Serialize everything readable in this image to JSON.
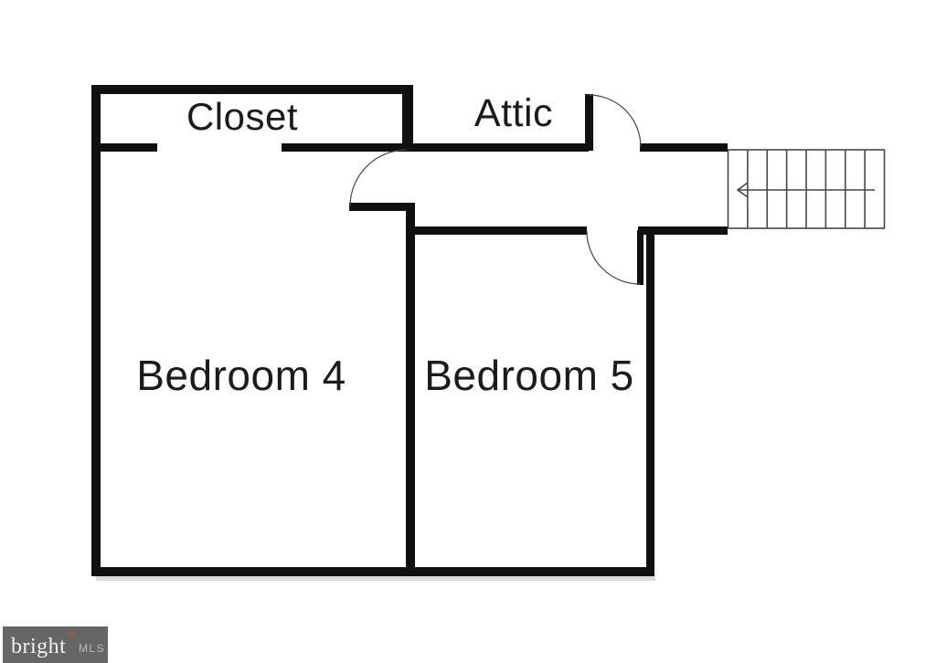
{
  "rooms": {
    "closet": {
      "label": "Closet"
    },
    "attic": {
      "label": "Attic"
    },
    "bedroom4": {
      "label": "Bedroom 4"
    },
    "bedroom5": {
      "label": "Bedroom 5"
    }
  },
  "stairs": {
    "treads": 8,
    "direction_arrow": "left"
  },
  "watermark": {
    "brand": "bright",
    "suffix": "MLS",
    "sparkle_icon": "✦"
  },
  "colors": {
    "wall": "#101010",
    "line": "#474747",
    "text": "#1b1b1b",
    "background": "#ffffff",
    "watermark_bg": "#666666",
    "watermark_text": "#f4f2ef",
    "watermark_suffix": "#b9b9b9",
    "watermark_sparkle": "#c8502f"
  }
}
